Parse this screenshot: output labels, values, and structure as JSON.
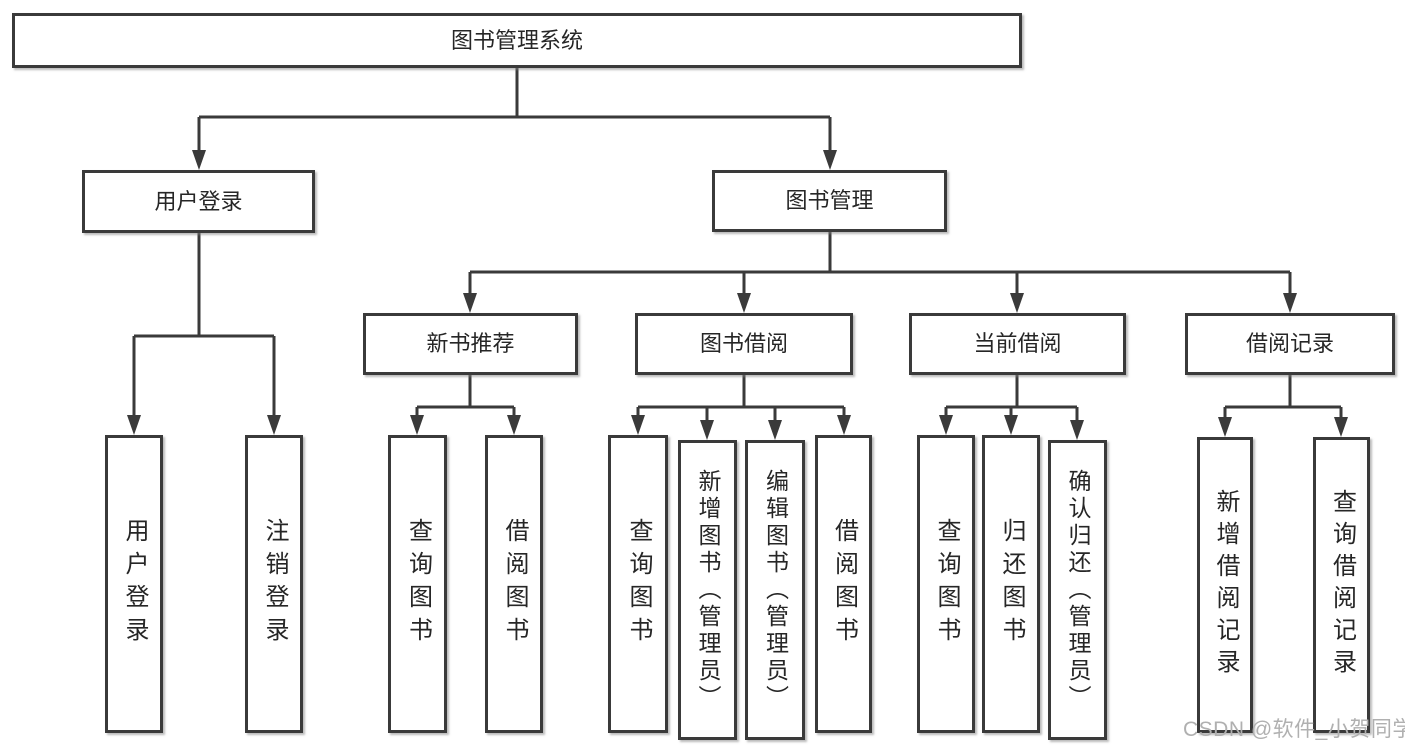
{
  "diagram_title": "图书管理系统",
  "tree": {
    "label": "图书管理系统",
    "children": [
      {
        "label": "用户登录",
        "children": [
          {
            "label": "用户登录"
          },
          {
            "label": "注销登录"
          }
        ]
      },
      {
        "label": "图书管理",
        "children": [
          {
            "label": "新书推荐",
            "children": [
              {
                "label": "查询图书"
              },
              {
                "label": "借阅图书"
              }
            ]
          },
          {
            "label": "图书借阅",
            "children": [
              {
                "label": "查询图书"
              },
              {
                "label": "新增图书（管理员）"
              },
              {
                "label": "编辑图书（管理员）"
              },
              {
                "label": "借阅图书"
              }
            ]
          },
          {
            "label": "当前借阅",
            "children": [
              {
                "label": "查询图书"
              },
              {
                "label": "归还图书"
              },
              {
                "label": "确认归还（管理员）"
              }
            ]
          },
          {
            "label": "借阅记录",
            "children": [
              {
                "label": "新增借阅记录"
              },
              {
                "label": "查询借阅记录"
              }
            ]
          }
        ]
      }
    ]
  },
  "watermark": "CSDN @软件_小贺同学",
  "colors": {
    "line": "#3a3a3a",
    "box_border": "#3a3a3a",
    "text": "#262626",
    "background": "#ffffff",
    "watermark": "#b0b0b0"
  }
}
